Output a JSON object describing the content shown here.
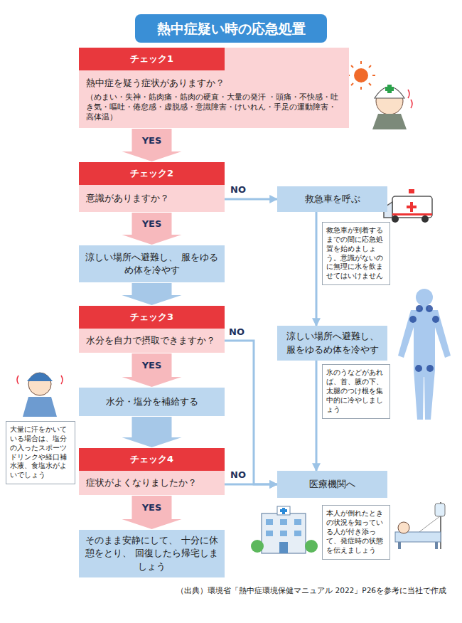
{
  "diagram": {
    "title": "熱中症疑い時の応急処置",
    "caption": "（出典）環境省「熱中症環境保健マニュアル 2022」P26を参考に当社で作成",
    "nodes": [
      {
        "text": [
          "チェック1",
          "熱中症を疑う症状がありますか？",
          "（めまい・失神・筋肉痛・筋肉の硬直・大量の発汗 ・頭痛・不快感・吐き気・嘔吐・倦怠感・虚脱感・意識障害・けいれん・手足の運動障害・高体温）"
        ]
      },
      {
        "text": [
          "チェック2",
          "意識がありますか？"
        ]
      },
      {
        "text": [
          "涼しい場所へ避難し、 服をゆるめ体を冷やす"
        ]
      },
      {
        "text": [
          "チェック3",
          "水分を自力で摂取できますか？"
        ]
      },
      {
        "text": [
          "水分・塩分を補給する"
        ]
      },
      {
        "text": [
          "チェック4",
          "症状がよくなりましたか？"
        ]
      },
      {
        "text": [
          "そのまま安静にして、 十分に休憩をとり、 回復したら帰宅しましょう"
        ]
      },
      {
        "text": [
          "救急車を呼ぶ"
        ]
      },
      {
        "text": [
          "救急車が到着するまでの間に応急処置を始めましょう。意識がないのに無理に水を飲ませてはいけません"
        ]
      },
      {
        "text": [
          "涼しい場所へ避難し、 服をゆるめ体を冷やす"
        ]
      },
      {
        "text": [
          "氷のうなどがあれば、首、腋の下、太腿のつけ根を集中的に冷やしましょう"
        ]
      },
      {
        "text": [
          "医療機関へ"
        ]
      },
      {
        "text": [
          "本人が倒れたときの状況を知っている人が付き添って、発症時の状態を伝えましょう"
        ]
      },
      {
        "text": [
          "大量に汗をかいている場合は、塩分の入ったスポーツドリンクや経口補水液、食塩水がよいでしょう"
        ]
      }
    ],
    "edges": [
      {
        "from": 0,
        "to": 1,
        "label": "YES",
        "arrow": "to"
      },
      {
        "from": 1,
        "to": 2,
        "label": "YES",
        "arrow": "to"
      },
      {
        "from": 2,
        "to": 3,
        "arrow": "to"
      },
      {
        "from": 3,
        "to": 4,
        "label": "YES",
        "arrow": "to"
      },
      {
        "from": 4,
        "to": 5,
        "arrow": "to"
      },
      {
        "from": 5,
        "to": 6,
        "label": "YES",
        "arrow": "to"
      },
      {
        "from": 1,
        "to": 7,
        "label": "NO",
        "arrow": "to"
      },
      {
        "from": 3,
        "to": 11,
        "label": "NO",
        "arrow": "to"
      },
      {
        "from": 5,
        "to": 11,
        "label": "NO",
        "arrow": "to"
      },
      {
        "from": 7,
        "to": 9,
        "arrow": "to"
      },
      {
        "from": 9,
        "to": 11,
        "arrow": "to"
      }
    ]
  }
}
